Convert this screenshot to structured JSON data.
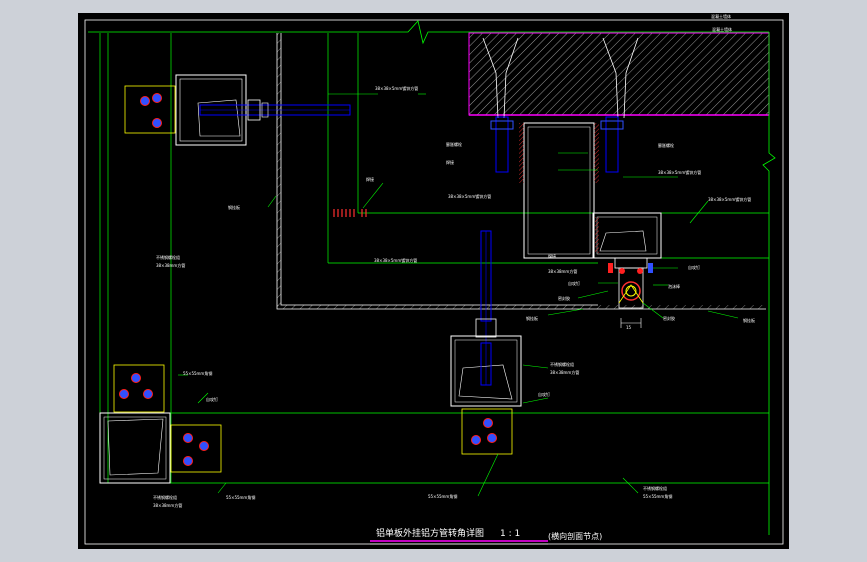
{
  "colors": {
    "background": "#000000",
    "frame": "#ffffff",
    "line_green": "#00ff00",
    "bolt_blue": "#0000ff",
    "bolt_red": "#ff0000",
    "accent_magenta": "#ff00ff",
    "label_white": "#ffffff",
    "app_bg": "#cdd1d8"
  },
  "labels": {
    "tube_a": "38×38×5mm镀锌方管",
    "tube_b": "38×38×5mm镀锌方管",
    "tube_c": "38×38×5mm镀锌方管",
    "tube_d": "38×38×5mm镀锌方管",
    "tube_e": "38×38×5mm镀锌方管",
    "concrete": "混凝土墙体",
    "anchor_bolt": "膨胀螺栓",
    "weld": "焊接",
    "weld2": "焊接",
    "anchor_bolt2": "膨胀螺栓",
    "steel_plate": "钢挂板",
    "steel_plate2": "钢挂板",
    "steel_plate3": "钢挂板",
    "stainless_bolt_a": "不锈钢螺栓组",
    "stainless_bolt_b": "不锈钢螺栓组",
    "stainless_bolt_c": "不锈钢螺栓组",
    "stainless_bolt_d": "不锈钢螺栓组",
    "angle_steel_a": "55×55mm角钢",
    "angle_steel_b": "55×55mm角钢",
    "angle_steel_c": "55×55mm角钢",
    "angle_steel_d": "55×55mm角钢",
    "tube_f": "38×38mm方管",
    "tube_g": "38×38mm方管",
    "tube_h": "38×38mm方管",
    "tube_i": "38×38mm方管",
    "self_tap": "自攻钉",
    "self_tap2": "自攻钉",
    "self_tap3": "自攻钉",
    "self_tap4": "自攻钉",
    "foam": "泡沫棒",
    "sealant": "密封胶",
    "pointer": "空调",
    "dim_15": "15"
  },
  "title_block": {
    "title": "铝单板外挂铝方管转角详图",
    "scale": "1 : 1",
    "subtitle": "(横向剖面节点)"
  }
}
